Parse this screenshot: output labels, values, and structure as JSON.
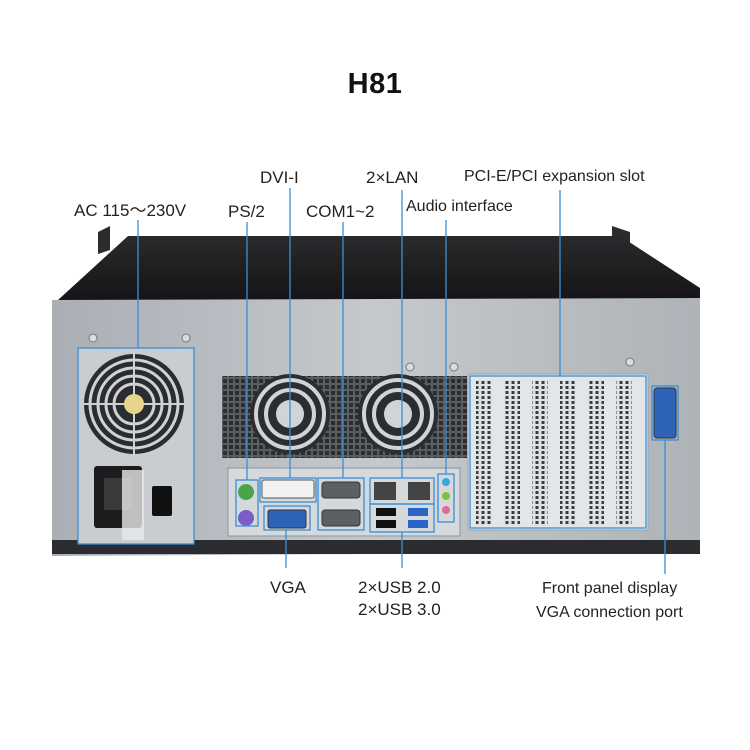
{
  "title": "H81",
  "labels": {
    "ac": "AC 115～230V",
    "dvi": "DVI-I",
    "ps2": "PS/2",
    "com": "COM1~2",
    "lan": "2×LAN",
    "audio": "Audio interface",
    "pci": "PCI-E/PCI expansion slot",
    "vga": "VGA",
    "usb2": "2×USB 2.0",
    "usb3": "2×USB 3.0",
    "front1": "Front panel display",
    "front2": "VGA connection port"
  },
  "colors": {
    "callout": "#3a8fd6",
    "chassis_top": "#1c1c1e",
    "panel": "#b9bec3"
  }
}
